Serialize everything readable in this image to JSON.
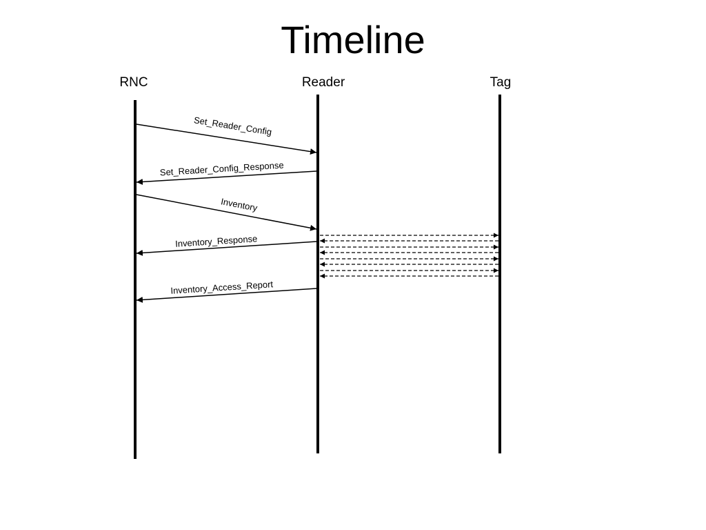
{
  "title": "Timeline",
  "lanes": {
    "rnc": "RNC",
    "reader": "Reader",
    "tag": "Tag"
  },
  "messages": {
    "set_reader_config": "Set_Reader_Config",
    "set_reader_config_response": "Set_Reader_Config_Response",
    "inventory": "Inventory",
    "inventory_response": "Inventory_Response",
    "inventory_access_report": "Inventory_Access_Report"
  },
  "colors": {
    "ink": "#000000",
    "background": "#ffffff"
  }
}
